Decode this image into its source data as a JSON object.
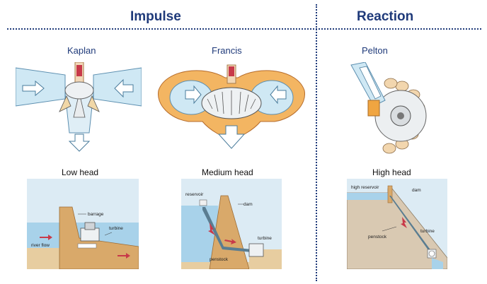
{
  "categories": [
    {
      "title": "Impulse"
    },
    {
      "title": "Reaction"
    }
  ],
  "turbines": [
    {
      "name": "Kaplan",
      "head": "Low head",
      "labels": [
        "barrage",
        "turbine",
        "river flow"
      ]
    },
    {
      "name": "Francis",
      "head": "Medium head",
      "labels": [
        "reservoir",
        "dam",
        "turbine",
        "penstock"
      ]
    },
    {
      "name": "Pelton",
      "head": "High head",
      "labels": [
        "high reservoir",
        "dam",
        "penstock",
        "turbine"
      ]
    }
  ],
  "colors": {
    "title": "#1f3a7a",
    "water": "#cde8f5",
    "ground": "#e7cda0",
    "dam": "#d9a96a",
    "sky": "#dcebf4",
    "turbine_metal": "#e9ecee",
    "flow_arrow": "#c83a4a",
    "casing": "#f0b35a"
  }
}
